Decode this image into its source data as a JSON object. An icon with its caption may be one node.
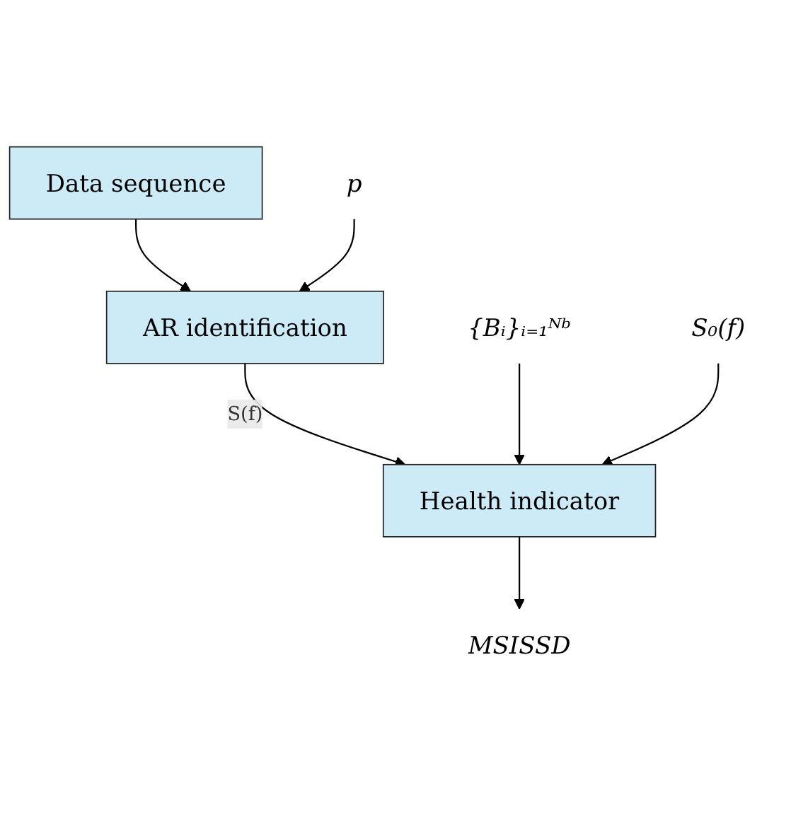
{
  "diagram": {
    "nodes": [
      {
        "text": [
          "Data sequence"
        ]
      },
      {
        "text": [
          "AR identification"
        ]
      },
      {
        "text": [
          "Health indicator"
        ]
      },
      {
        "text": [
          "p"
        ]
      },
      {
        "text": [
          "{Bᵢ}ᵢ₌₁ᴺᵇ"
        ]
      },
      {
        "text": [
          "S₀(f)"
        ]
      },
      {
        "text": [
          "MSISSD"
        ]
      }
    ],
    "edges": [
      {
        "from": 0,
        "to": 1,
        "arrow": "to"
      },
      {
        "from": 3,
        "to": 1,
        "arrow": "to"
      },
      {
        "from": 1,
        "to": 2,
        "arrow": "to",
        "label": "S(f)"
      },
      {
        "from": 4,
        "to": 2,
        "arrow": "to"
      },
      {
        "from": 5,
        "to": 2,
        "arrow": "to"
      },
      {
        "from": 2,
        "to": 6,
        "arrow": "to"
      }
    ]
  }
}
